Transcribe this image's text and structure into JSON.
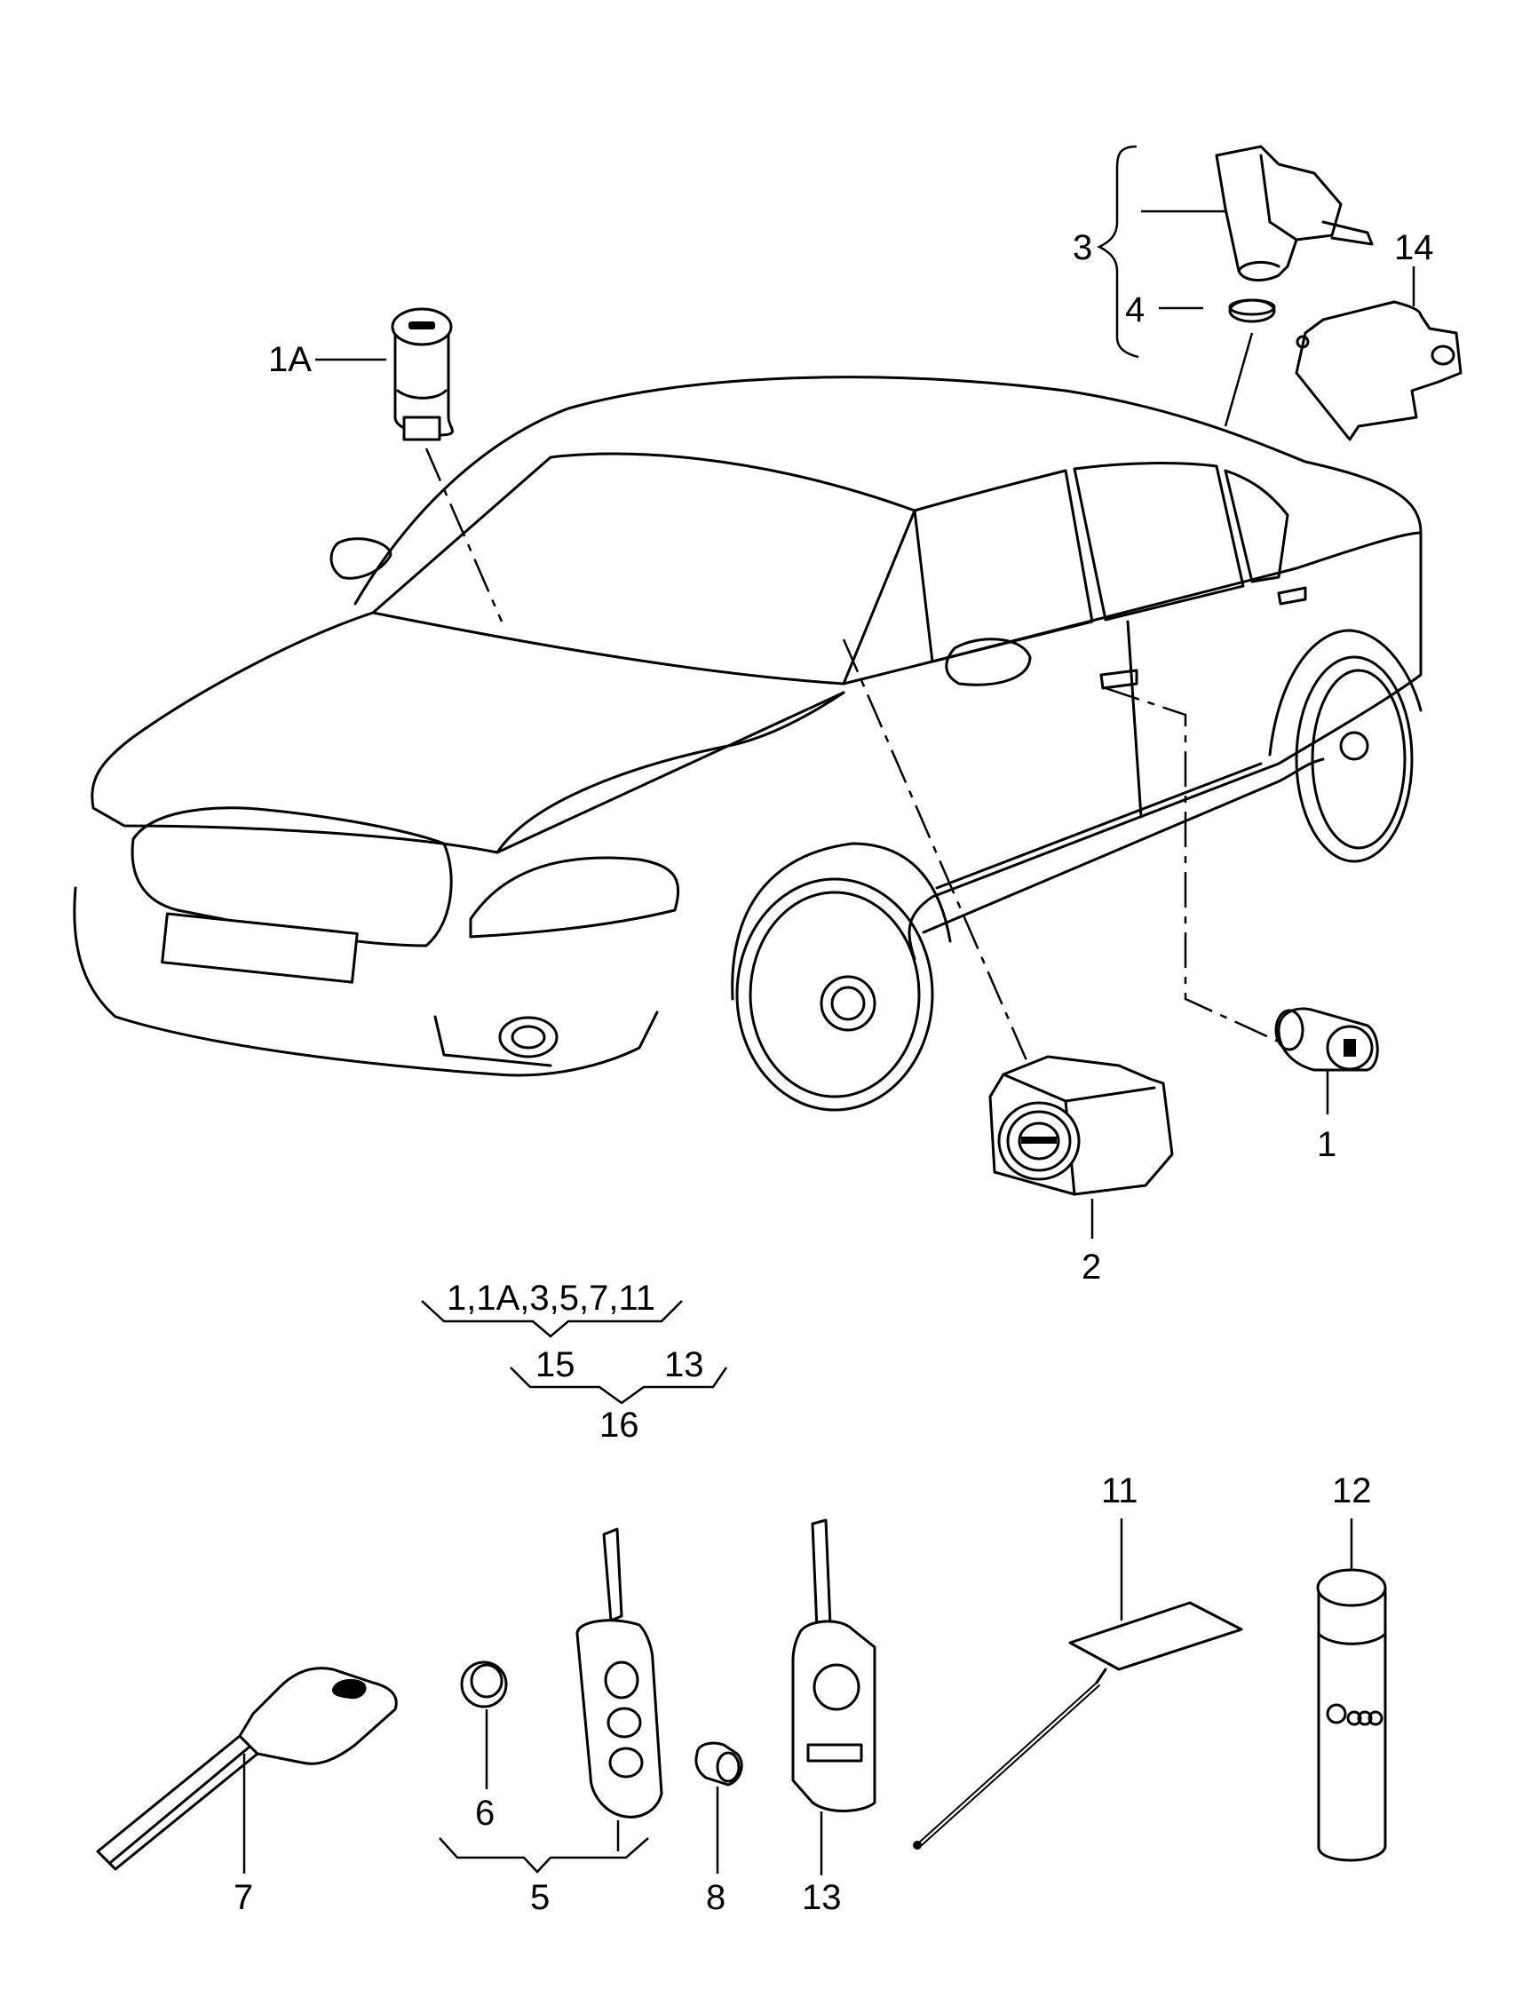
{
  "callouts": {
    "c1": "1",
    "c1a": "1A",
    "c2": "2",
    "c3": "3",
    "c4": "4",
    "c5": "5",
    "c6": "6",
    "c7": "7",
    "c8": "8",
    "c11": "11",
    "c12": "12",
    "c13": "13",
    "c14": "14"
  },
  "set_tree": {
    "top": "1,1A,3,5,7,11",
    "left": "15",
    "right": "13",
    "bottom": "16"
  }
}
